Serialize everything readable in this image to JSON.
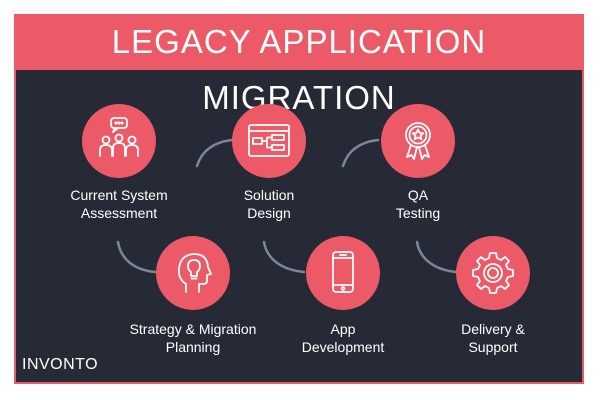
{
  "header": {
    "title": "LEGACY APPLICATION MIGRATION"
  },
  "steps": [
    {
      "line1": "Current System",
      "line2": "Assessment",
      "icon": "team-meeting-icon"
    },
    {
      "line1": "Solution",
      "line2": "Design",
      "icon": "flowchart-browser-icon"
    },
    {
      "line1": "QA",
      "line2": "Testing",
      "icon": "award-ribbon-star-icon"
    },
    {
      "line1": "Strategy & Migration",
      "line2": "Planning",
      "icon": "head-lightbulb-icon"
    },
    {
      "line1": "App",
      "line2": "Development",
      "icon": "smartphone-icon"
    },
    {
      "line1": "Delivery &",
      "line2": "Support",
      "icon": "gear-icon"
    }
  ],
  "brand": {
    "logo": "INVONTO"
  },
  "colors": {
    "accent": "#ec5a67",
    "background": "#252a36",
    "connector": "#7d8694",
    "text": "#ffffff"
  }
}
